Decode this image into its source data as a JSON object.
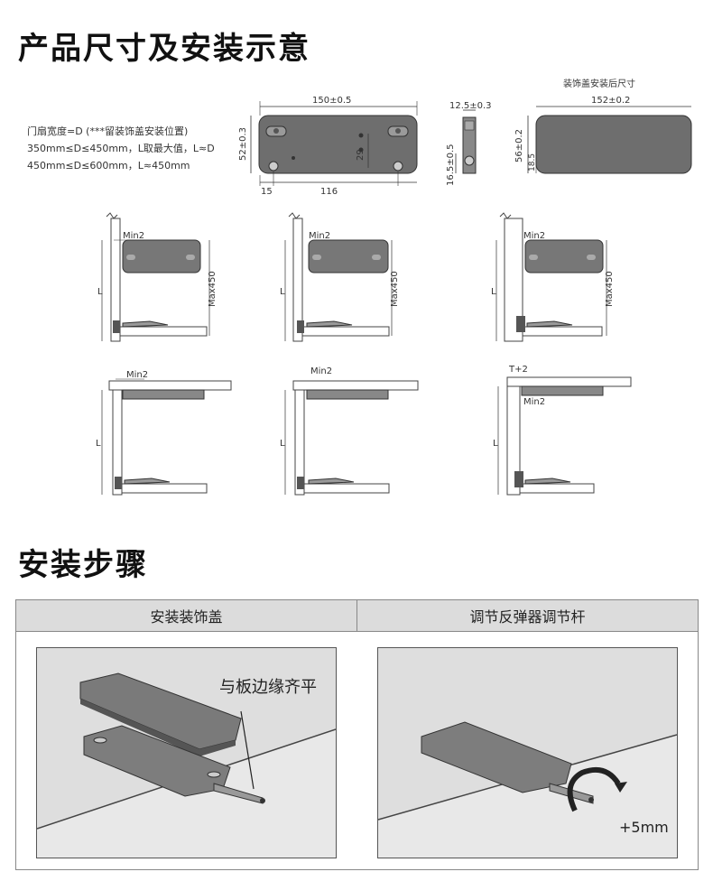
{
  "titles": {
    "dimensions": "产品尺寸及安装示意",
    "steps": "安装步骤"
  },
  "notes": {
    "line1": "门扇宽度=D   (***留装饰盖安装位置)",
    "line2": "350mm≤D≤450mm，L取最大值，L≈D",
    "line3": "450mm≤D≤600mm，L≈450mm"
  },
  "dims": {
    "body_width": "150±0.5",
    "body_height": "52±0.3",
    "hole_height": "29",
    "offset_left": "15",
    "hole_spacing": "116",
    "side_depth": "12.5±0.3",
    "side_height": "16.5±0.5",
    "cover_caption": "装饰盖安装后尺寸",
    "cover_width": "152±0.2",
    "cover_height": "56±0.2",
    "cover_inner": "18.5"
  },
  "diagram_labels": {
    "min2": "Min2",
    "max450": "Max450",
    "L": "L",
    "t2": "T+2"
  },
  "steps": {
    "step1": "安装装饰盖",
    "step2": "调节反弹器调节杆",
    "callout1": "与板边缘齐平",
    "callout2": "+5mm"
  },
  "colors": {
    "body": "#6e6e6e",
    "panel_bg": "#dedede",
    "header_bg": "#dcdcdc"
  }
}
